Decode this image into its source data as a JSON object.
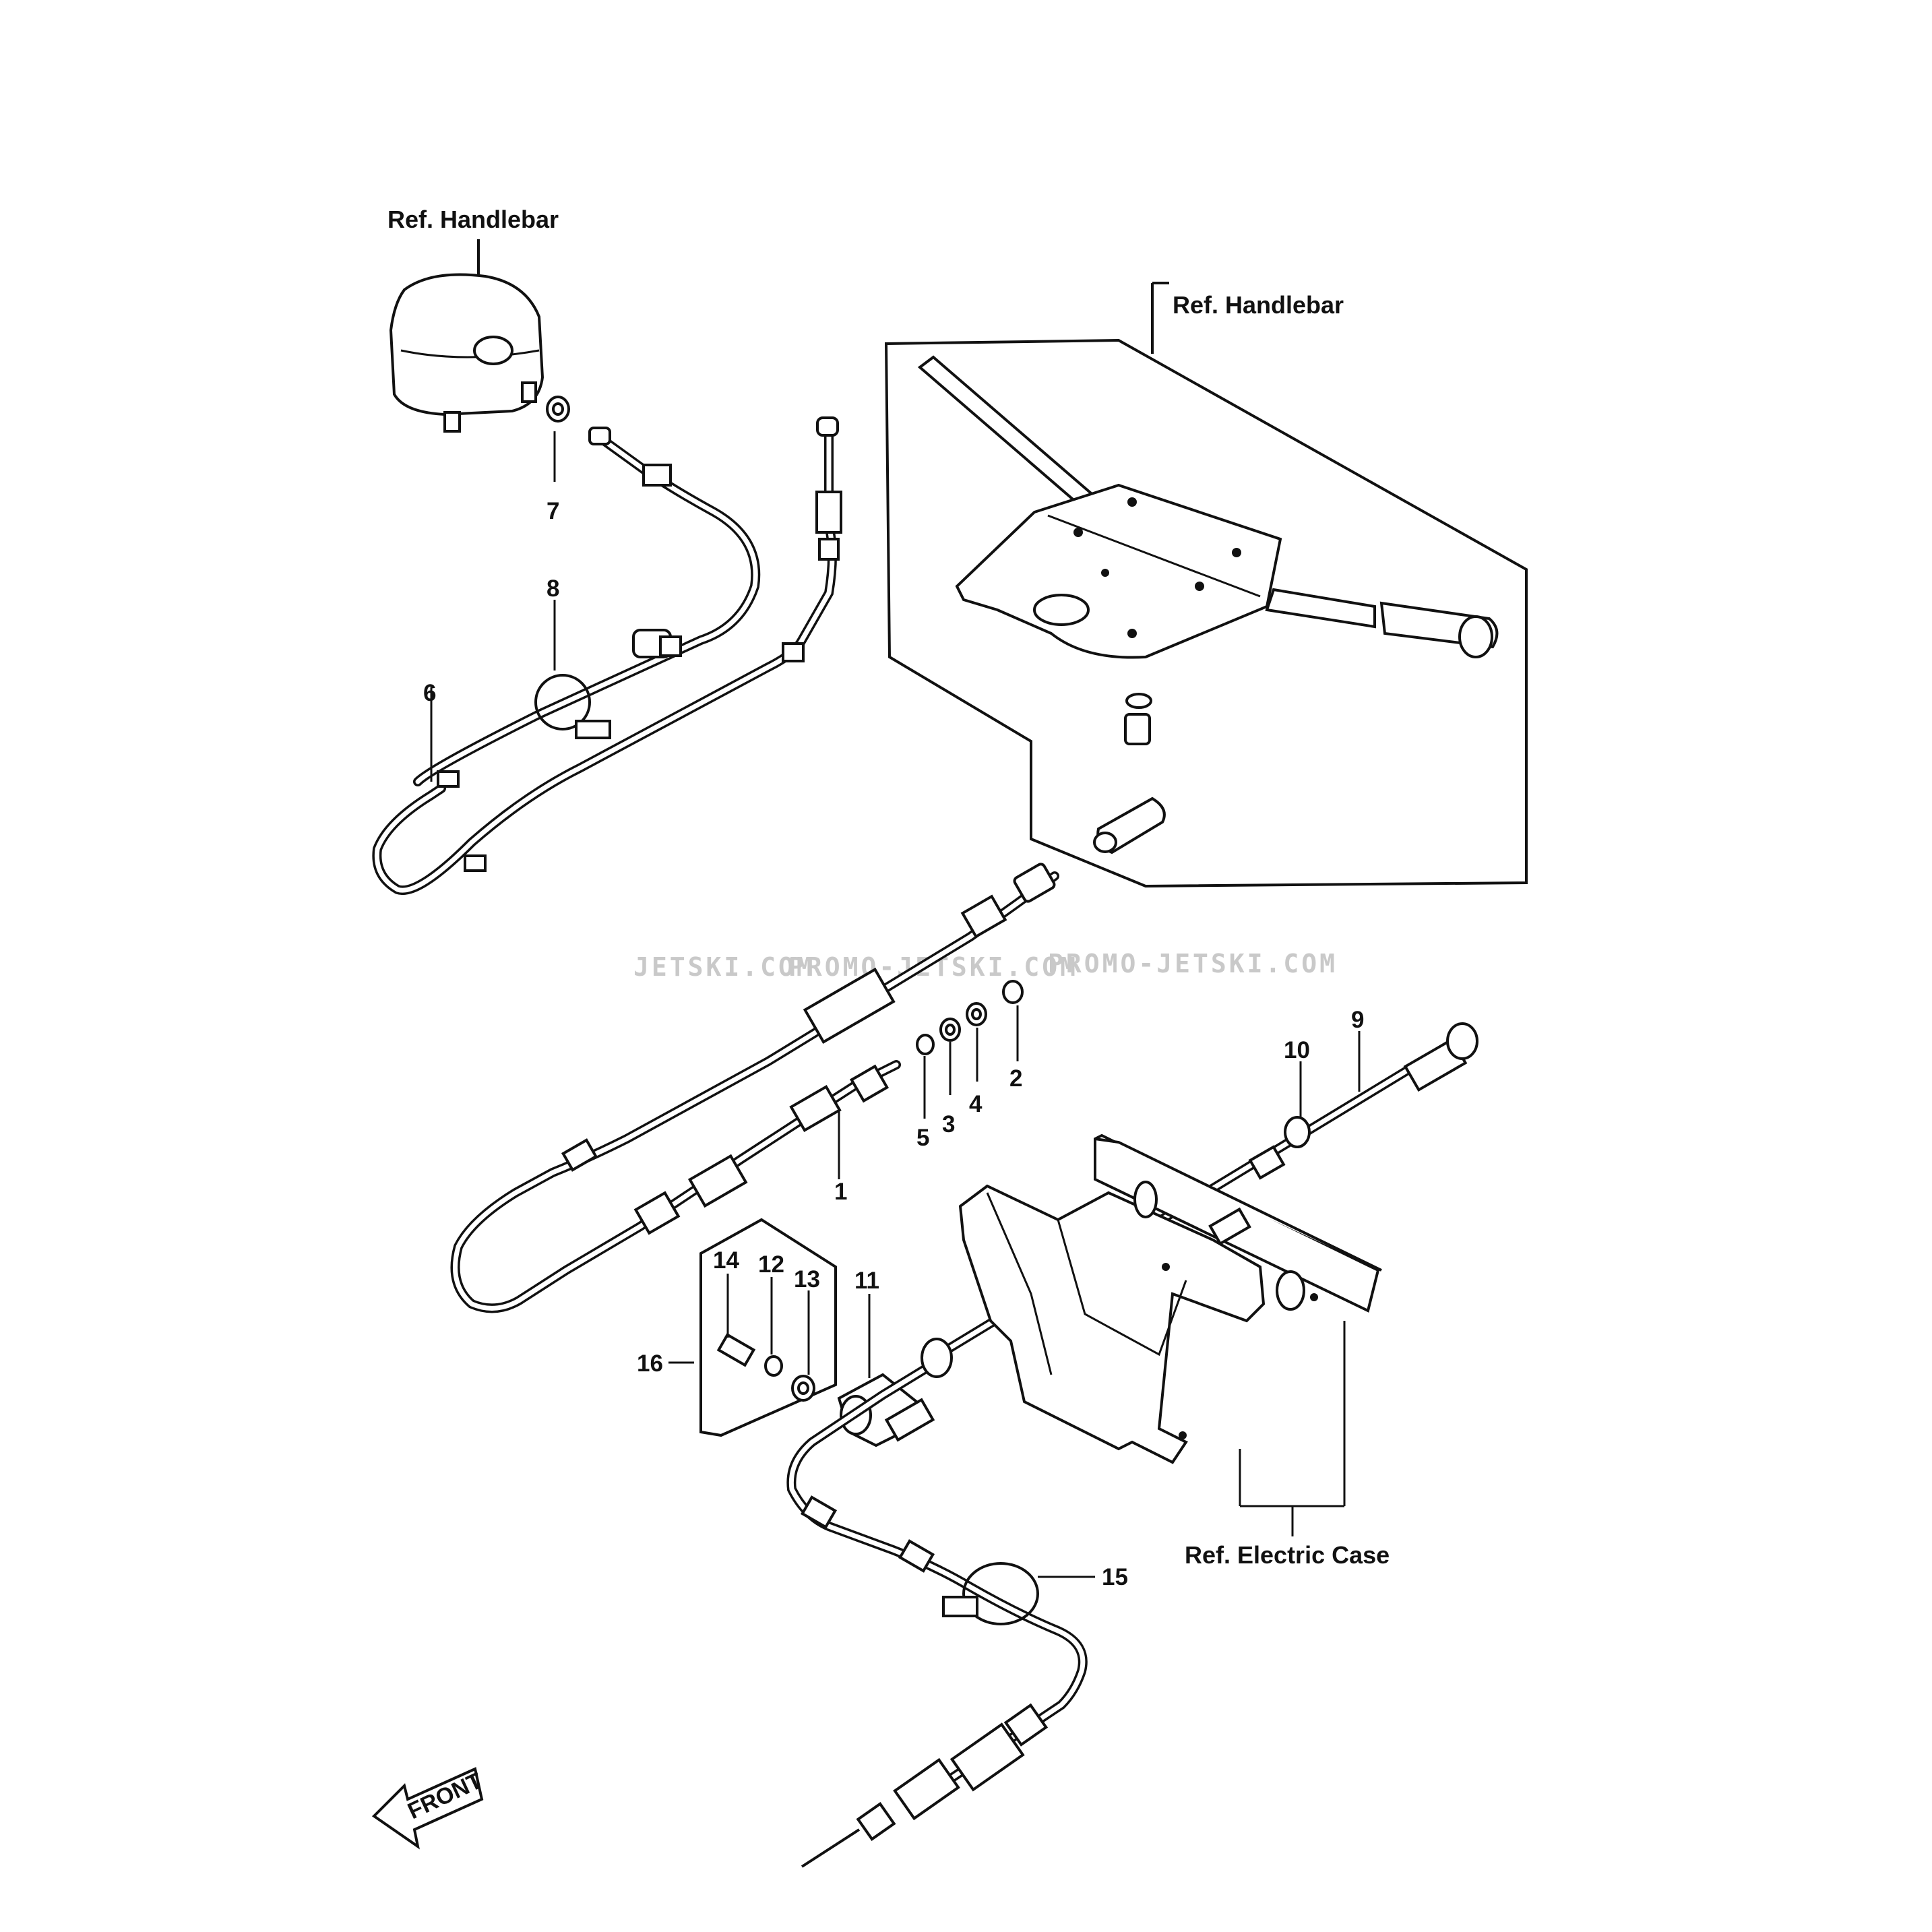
{
  "references": {
    "handlebar_top_left": "Ref. Handlebar",
    "handlebar_right": "Ref. Handlebar",
    "electric_case": "Ref. Electric Case"
  },
  "callouts": {
    "p1": "1",
    "p2": "2",
    "p3": "3",
    "p4": "4",
    "p5": "5",
    "p6": "6",
    "p7": "7",
    "p8": "8",
    "p9": "9",
    "p10": "10",
    "p11": "11",
    "p12": "12",
    "p13": "13",
    "p14": "14",
    "p15": "15",
    "p16": "16"
  },
  "watermark": {
    "w1": "JETSKI.COM",
    "w2": "PROMO-JETSKI.COM",
    "w3": "PROMO-JETSKI.COM"
  },
  "direction_arrow": {
    "label": "FRONT"
  }
}
